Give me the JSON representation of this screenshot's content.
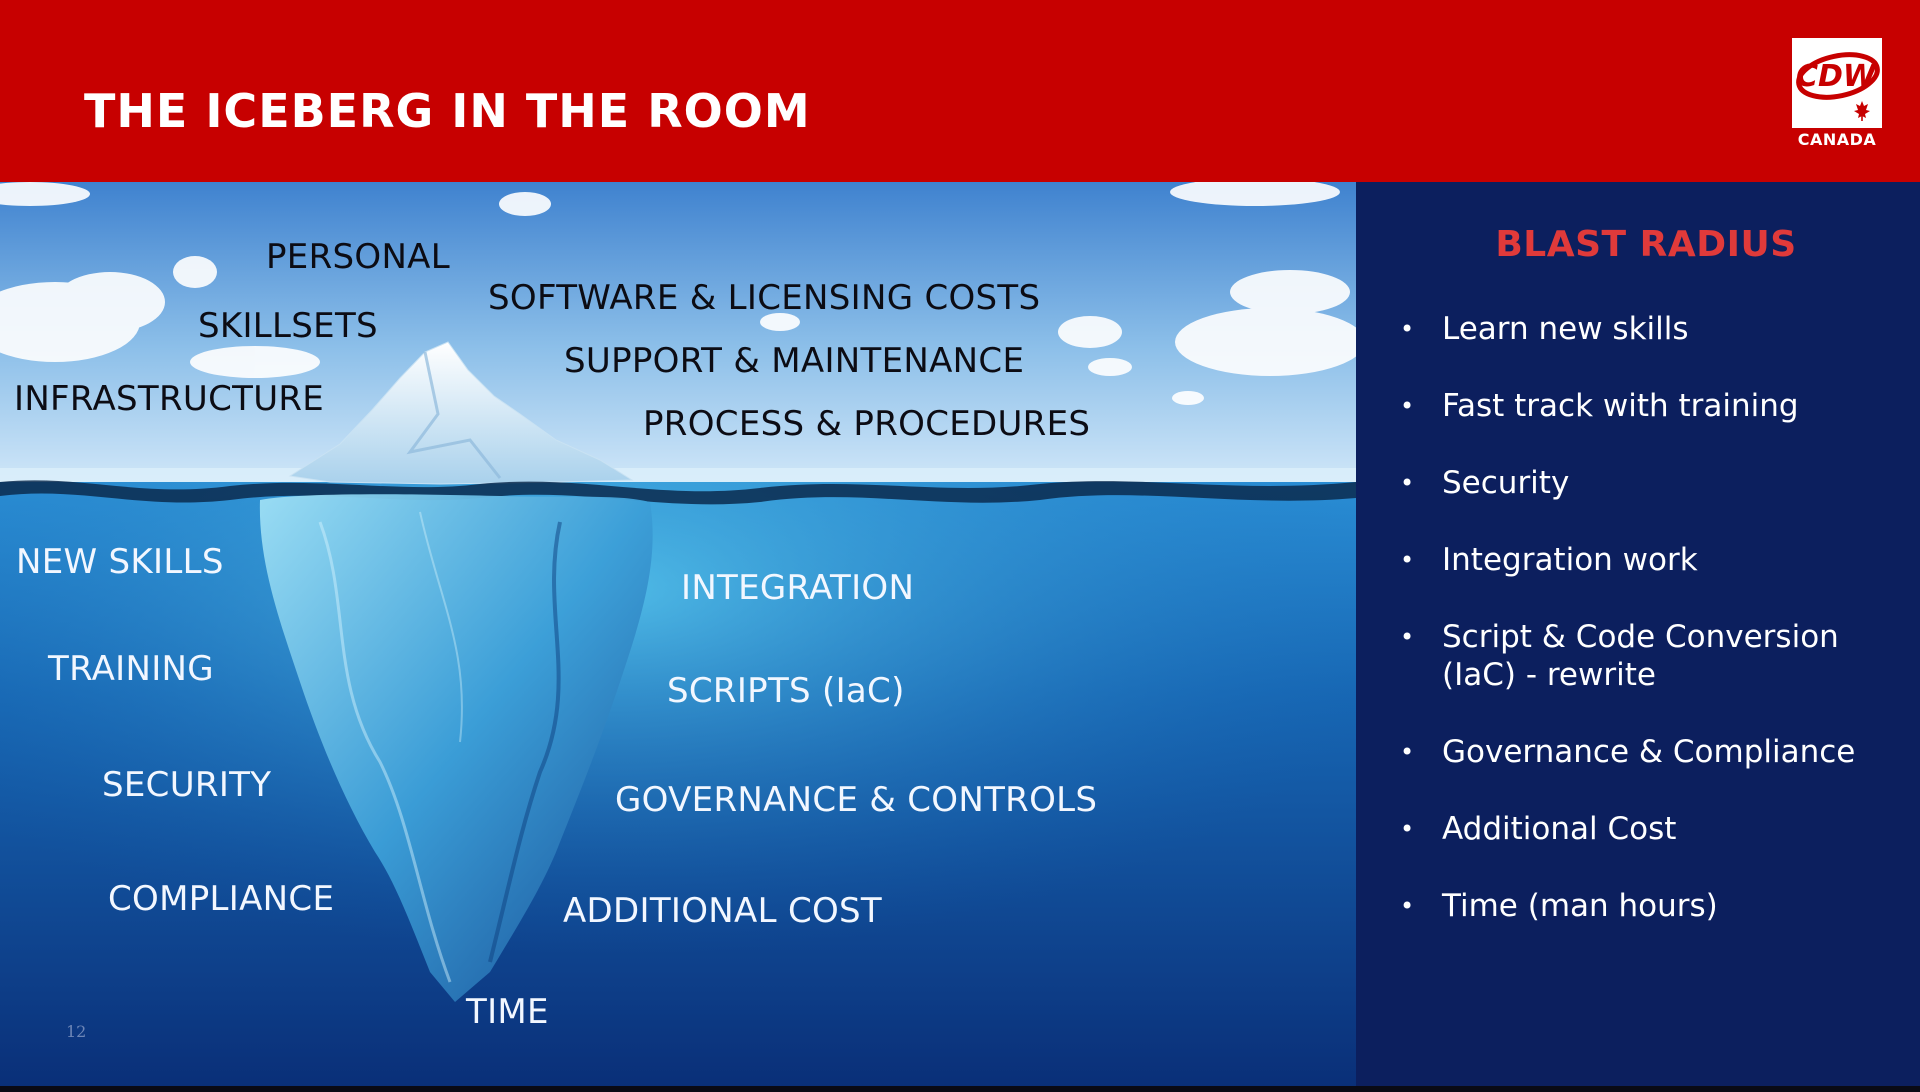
{
  "slide": {
    "title": "THE ICEBERG IN THE ROOM",
    "page_number": "12"
  },
  "logo": {
    "mark": "CDW",
    "subtitle": "CANADA",
    "icon": "maple-leaf-icon"
  },
  "iceberg": {
    "above_water": [
      "PERSONAL",
      "SKILLSETS",
      "INFRASTRUCTURE",
      "SOFTWARE & LICENSING COSTS",
      "SUPPORT & MAINTENANCE",
      "PROCESS & PROCEDURES"
    ],
    "below_water": [
      "NEW SKILLS",
      "TRAINING",
      "SECURITY",
      "COMPLIANCE",
      "INTEGRATION",
      "SCRIPTS (IaC)",
      "GOVERNANCE & CONTROLS",
      "ADDITIONAL COST",
      "TIME"
    ]
  },
  "panel": {
    "title": "BLAST RADIUS",
    "items": [
      "Learn new skills",
      "Fast track with training",
      "Security",
      "Integration work",
      "Script & Code Conversion (IaC) - rewrite",
      "Governance & Compliance",
      "Additional Cost",
      "Time (man hours)"
    ]
  },
  "colors": {
    "header_red": "#c70000",
    "panel_navy": "#0c1f5e",
    "panel_title_red": "#e03a3a"
  }
}
